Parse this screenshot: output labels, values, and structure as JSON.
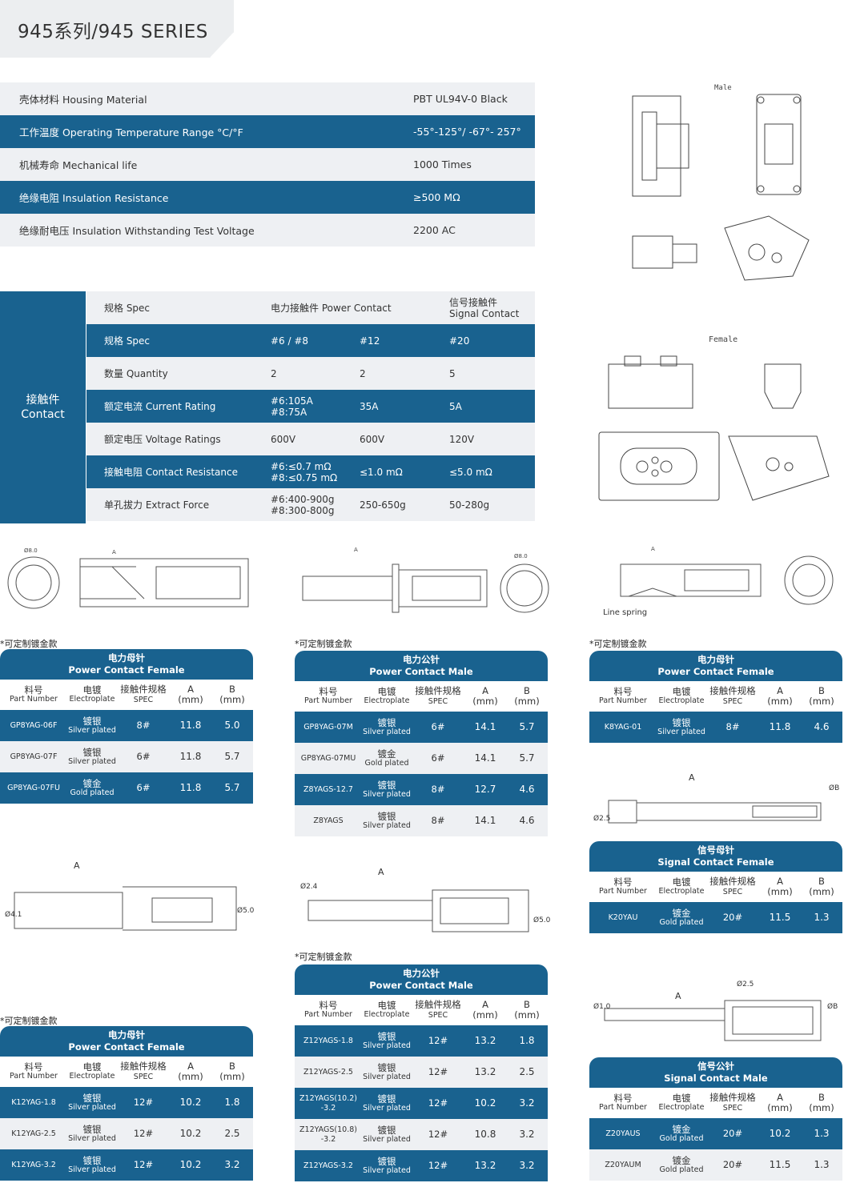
{
  "title": "945系列/945 SERIES",
  "specs": [
    {
      "label": "壳体材料 Housing Material",
      "value": "PBT UL94V-0 Black"
    },
    {
      "label": "工作温度 Operating Temperature Range °C/°F",
      "value": "-55°-125°/ -67°- 257°"
    },
    {
      "label": "机械寿命 Mechanical life",
      "value": "1000 Times"
    },
    {
      "label": "绝缘电阻 Insulation Resistance",
      "value": "≥500 MΩ"
    },
    {
      "label": "绝缘耐电压 Insulation Withstanding Test Voltage",
      "value": "2200 AC"
    }
  ],
  "contact": {
    "side_cn": "接触件",
    "side_en": "Contact",
    "header": {
      "c0": "规格 Spec",
      "c1": "电力接触件 Power Contact",
      "c3a": "信号接触件",
      "c3b": "Signal Contact"
    },
    "rows": [
      {
        "c0": "规格 Spec",
        "c1": "#6 / #8",
        "c2": "#12",
        "c3": "#20"
      },
      {
        "c0": "数量 Quantity",
        "c1": "2",
        "c2": "2",
        "c3": "5"
      },
      {
        "c0": "额定电流 Current Rating",
        "c1": "#6:105A",
        "c1b": "#8:75A",
        "c2": "35A",
        "c3": "5A"
      },
      {
        "c0": "额定电压 Voltage Ratings",
        "c1": "600V",
        "c2": "600V",
        "c3": "120V"
      },
      {
        "c0": "接触电阻 Contact Resistance",
        "c1": "#6:≤0.7 mΩ",
        "c1b": "#8:≤0.75 mΩ",
        "c2": "≤1.0 mΩ",
        "c3": "≤5.0 mΩ"
      },
      {
        "c0": "单孔拔力 Extract Force",
        "c1": "#6:400-900g",
        "c1b": "#8:300-800g",
        "c2": "250-650g",
        "c3": "50-280g"
      }
    ]
  },
  "drawing_labels": {
    "male": "Male",
    "female": "Female",
    "line_spring": "Line spring",
    "A": "A",
    "B": "ØB",
    "d80": "Ø8.0",
    "d41": "Ø4.1",
    "d50": "Ø5.0",
    "d24": "Ø2.4",
    "d25": "Ø2.5",
    "d10": "Ø1.0"
  },
  "note": "*可定制镀金款",
  "col_headers": {
    "pn_cn": "料号",
    "pn_en": "Part Number",
    "el_cn": "电镀",
    "el_en": "Electroplate",
    "sp_cn": "接触件规格",
    "sp_en": "SPEC",
    "a": "A",
    "a_unit": "(mm)",
    "b": "B",
    "b_unit": "(mm)"
  },
  "tables": [
    {
      "cn": "电力母针",
      "en": "Power Contact Female",
      "rows": [
        {
          "pn": "GP8YAG-06F",
          "el_cn": "镀银",
          "el_en": "Silver plated",
          "spec": "8#",
          "a": "11.8",
          "b": "5.0"
        },
        {
          "pn": "GP8YAG-07F",
          "el_cn": "镀银",
          "el_en": "Silver plated",
          "spec": "6#",
          "a": "11.8",
          "b": "5.7"
        },
        {
          "pn": "GP8YAG-07FU",
          "el_cn": "镀金",
          "el_en": "Gold plated",
          "spec": "6#",
          "a": "11.8",
          "b": "5.7"
        }
      ]
    },
    {
      "cn": "电力公针",
      "en": "Power Contact Male",
      "rows": [
        {
          "pn": "GP8YAG-07M",
          "el_cn": "镀银",
          "el_en": "Silver plated",
          "spec": "6#",
          "a": "14.1",
          "b": "5.7"
        },
        {
          "pn": "GP8YAG-07MU",
          "el_cn": "镀金",
          "el_en": "Gold plated",
          "spec": "6#",
          "a": "14.1",
          "b": "5.7"
        },
        {
          "pn": "Z8YAGS-12.7",
          "el_cn": "镀银",
          "el_en": "Silver plated",
          "spec": "8#",
          "a": "12.7",
          "b": "4.6"
        },
        {
          "pn": "Z8YAGS",
          "el_cn": "镀银",
          "el_en": "Silver plated",
          "spec": "8#",
          "a": "14.1",
          "b": "4.6"
        }
      ]
    },
    {
      "cn": "电力母针",
      "en": "Power Contact Female",
      "rows": [
        {
          "pn": "K8YAG-01",
          "el_cn": "镀银",
          "el_en": "Silver plated",
          "spec": "8#",
          "a": "11.8",
          "b": "4.6"
        }
      ]
    },
    {
      "cn": "信号母针",
      "en": "Signal Contact Female",
      "rows": [
        {
          "pn": "K20YAU",
          "el_cn": "镀金",
          "el_en": "Gold plated",
          "spec": "20#",
          "a": "11.5",
          "b": "1.3"
        }
      ]
    },
    {
      "cn": "电力公针",
      "en": "Power Contact Male",
      "rows": [
        {
          "pn": "Z12YAGS-1.8",
          "el_cn": "镀银",
          "el_en": "Silver plated",
          "spec": "12#",
          "a": "13.2",
          "b": "1.8"
        },
        {
          "pn": "Z12YAGS-2.5",
          "el_cn": "镀银",
          "el_en": "Silver plated",
          "spec": "12#",
          "a": "13.2",
          "b": "2.5"
        },
        {
          "pn": "Z12YAGS(10.2)",
          "pn2": "-3.2",
          "el_cn": "镀银",
          "el_en": "Silver plated",
          "spec": "12#",
          "a": "10.2",
          "b": "3.2"
        },
        {
          "pn": "Z12YAGS(10.8)",
          "pn2": "-3.2",
          "el_cn": "镀银",
          "el_en": "Silver plated",
          "spec": "12#",
          "a": "10.8",
          "b": "3.2"
        },
        {
          "pn": "Z12YAGS-3.2",
          "el_cn": "镀银",
          "el_en": "Silver plated",
          "spec": "12#",
          "a": "13.2",
          "b": "3.2"
        }
      ]
    },
    {
      "cn": "电力母针",
      "en": "Power Contact Female",
      "rows": [
        {
          "pn": "K12YAG-1.8",
          "el_cn": "镀银",
          "el_en": "Silver plated",
          "spec": "12#",
          "a": "10.2",
          "b": "1.8"
        },
        {
          "pn": "K12YAG-2.5",
          "el_cn": "镀银",
          "el_en": "Silver plated",
          "spec": "12#",
          "a": "10.2",
          "b": "2.5"
        },
        {
          "pn": "K12YAG-3.2",
          "el_cn": "镀银",
          "el_en": "Silver plated",
          "spec": "12#",
          "a": "10.2",
          "b": "3.2"
        }
      ]
    },
    {
      "cn": "信号公针",
      "en": "Signal Contact Male",
      "rows": [
        {
          "pn": "Z20YAUS",
          "el_cn": "镀金",
          "el_en": "Gold plated",
          "spec": "20#",
          "a": "10.2",
          "b": "1.3"
        },
        {
          "pn": "Z20YAUM",
          "el_cn": "镀金",
          "el_en": "Gold plated",
          "spec": "20#",
          "a": "11.5",
          "b": "1.3"
        }
      ]
    }
  ]
}
